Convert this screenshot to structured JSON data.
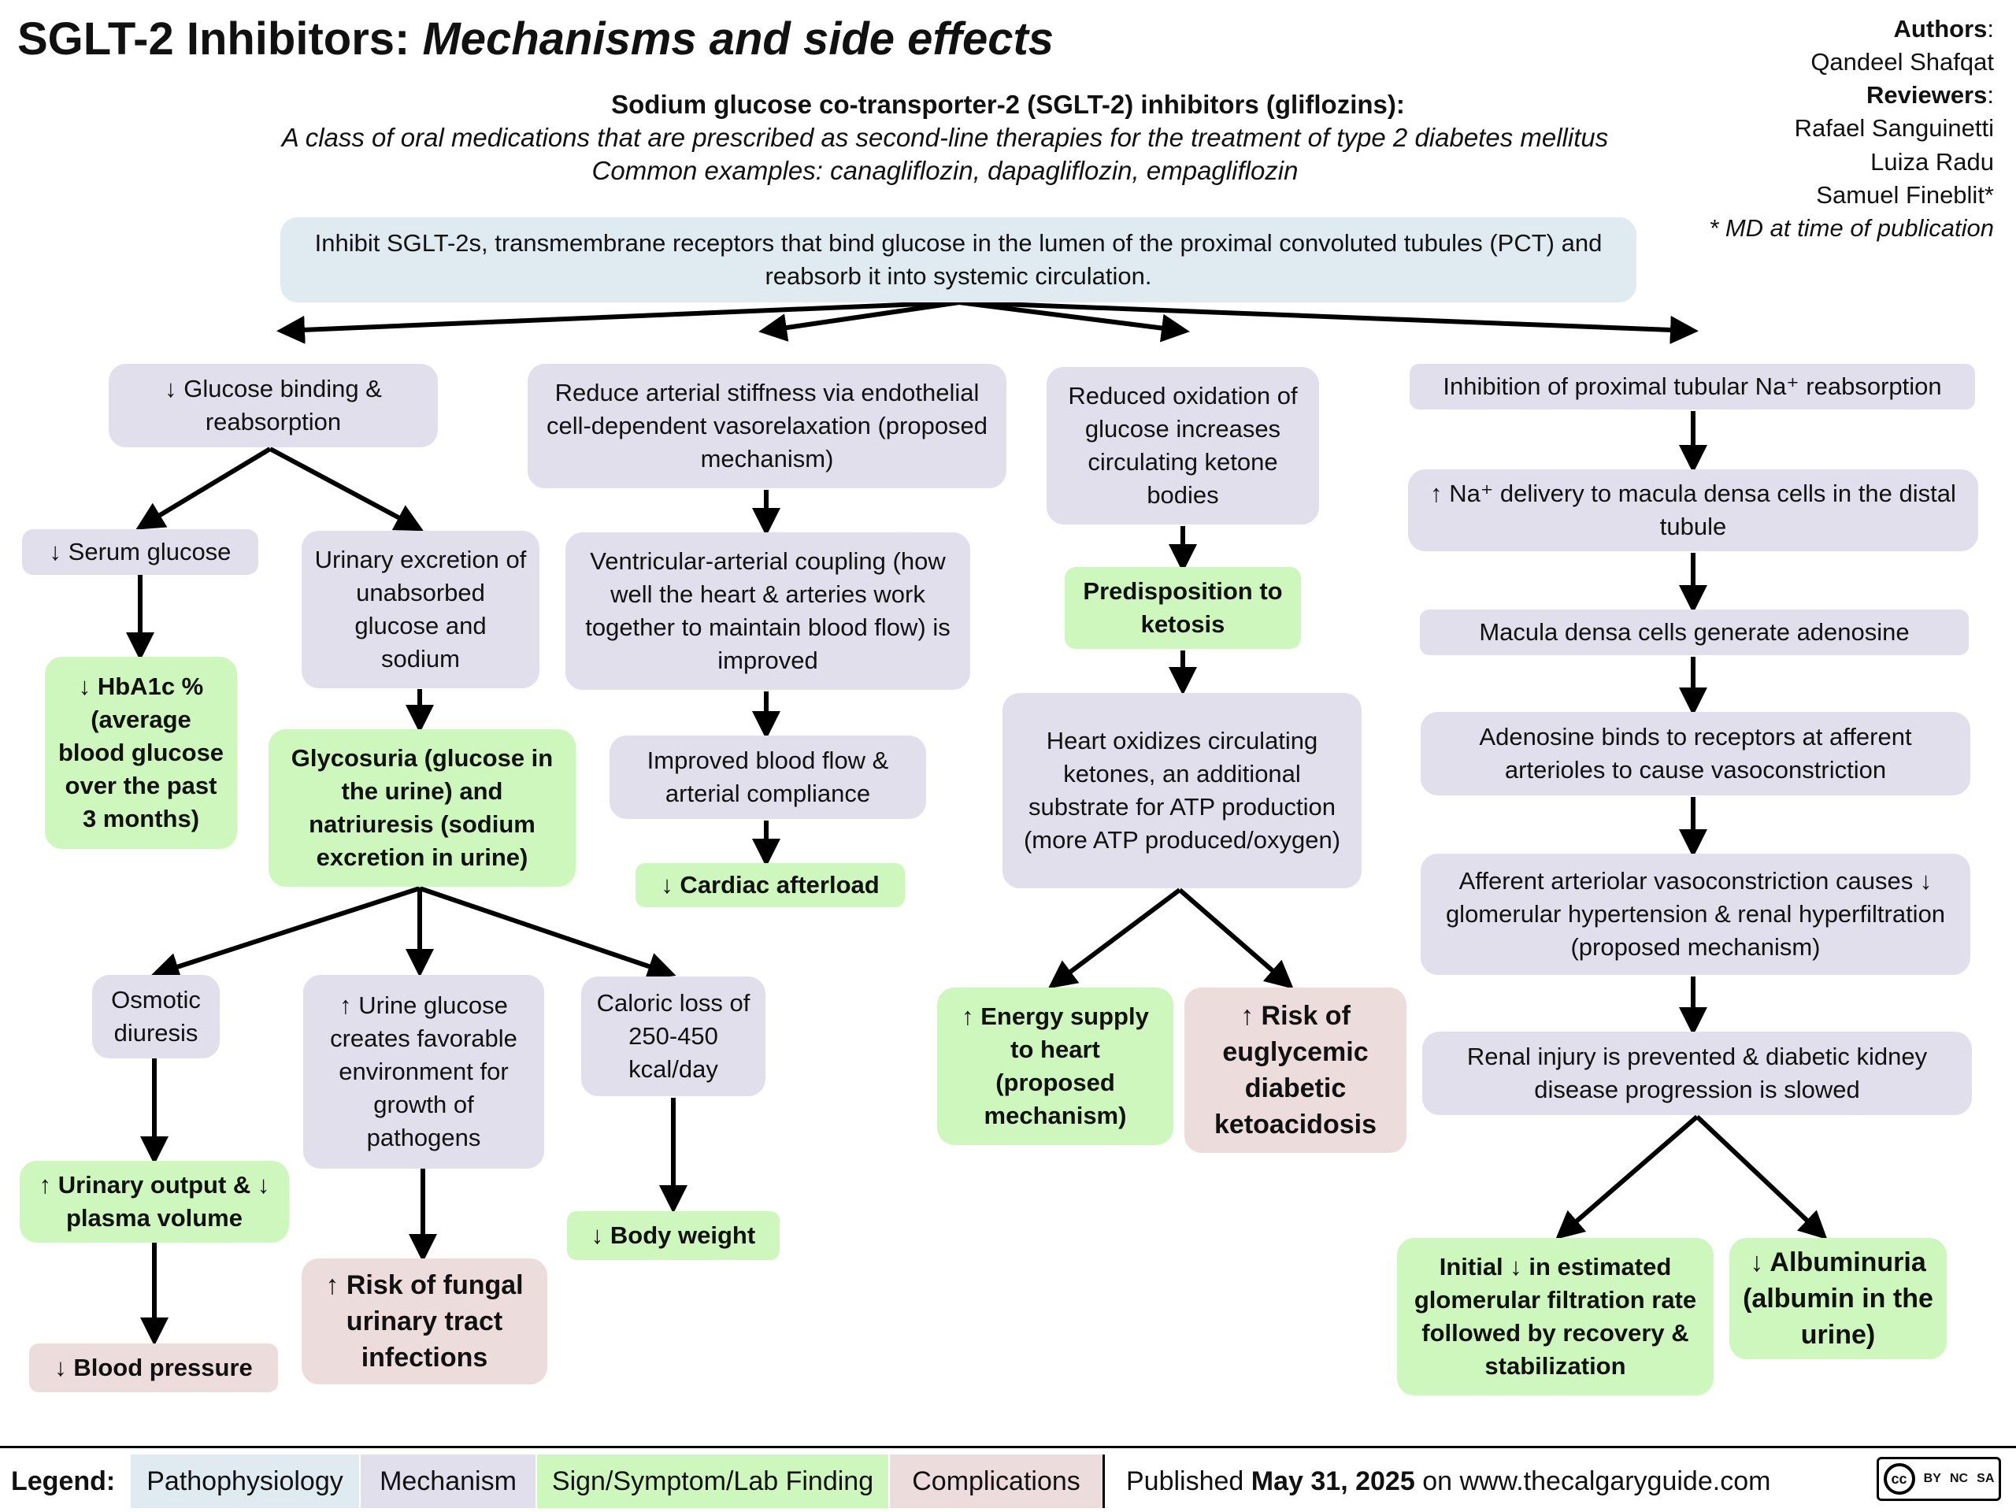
{
  "title": {
    "main": "SGLT-2 Inhibitors:",
    "italic": "Mechanisms and side effects"
  },
  "subtitle": "Sodium glucose co-transporter-2 (SGLT-2) inhibitors (gliflozins):",
  "description_line1": "A class of oral medications that are prescribed as second-line therapies for the treatment of type 2 diabetes mellitus",
  "description_line2": "Common examples: canagliflozin, dapagliflozin, empagliflozin",
  "authors": {
    "authors_label": "Authors",
    "author1": "Qandeel Shafqat",
    "reviewers_label": "Reviewers",
    "reviewer1": "Rafael Sanguinetti",
    "reviewer2": "Luiza Radu",
    "reviewer3": "Samuel Fineblit*",
    "note": "* MD at time of publication"
  },
  "nodes": {
    "top": "Inhibit SGLT-2s, transmembrane receptors that bind glucose in the lumen of the proximal convoluted tubules (PCT) and reabsorb it into systemic circulation.",
    "glucose_binding": "↓ Glucose binding & reabsorption",
    "serum_glucose": "↓ Serum glucose",
    "hba1c": "↓ HbA1c % (average blood glucose over the past 3 months)",
    "urinary_excretion": "Urinary excretion of unabsorbed glucose and sodium",
    "glycosuria": "Glycosuria (glucose in the urine) and natriuresis (sodium excretion in urine)",
    "osmotic": "Osmotic diuresis",
    "urinary_output": "↑ Urinary output & ↓ plasma volume",
    "blood_pressure": "↓ Blood pressure",
    "urine_glucose": "↑ Urine glucose creates favorable environment for growth of pathogens",
    "fungal": "↑ Risk of fungal urinary tract infections",
    "caloric": "Caloric loss of 250-450 kcal/day",
    "body_weight": "↓ Body weight",
    "arterial": "Reduce arterial stiffness via endothelial cell-dependent vasorelaxation (proposed mechanism)",
    "ventricular": "Ventricular-arterial coupling (how well the heart & arteries work together to maintain blood flow) is improved",
    "blood_flow": "Improved blood flow & arterial compliance",
    "afterload": "↓ Cardiac afterload",
    "oxidation": "Reduced oxidation of glucose increases circulating ketone bodies",
    "ketosis": "Predisposition to ketosis",
    "heart_oxidizes": "Heart oxidizes circulating ketones, an additional substrate for ATP production (more ATP produced/oxygen)",
    "energy_supply": "↑ Energy supply to heart (proposed mechanism)",
    "dka": "↑ Risk of euglycemic diabetic ketoacidosis",
    "na_inhibition": "Inhibition of proximal tubular Na⁺ reabsorption",
    "na_delivery": "↑ Na⁺ delivery to macula densa cells in the distal tubule",
    "adenosine_gen": "Macula densa cells generate adenosine",
    "adenosine_binds": "Adenosine binds to receptors at afferent arterioles to cause vasoconstriction",
    "afferent": "Afferent arteriolar vasoconstriction causes ↓ glomerular hypertension & renal hyperfiltration (proposed mechanism)",
    "renal_injury": "Renal injury is prevented & diabetic kidney disease progression is slowed",
    "egfr": "Initial ↓ in estimated glomerular filtration rate followed by recovery & stabilization",
    "albuminuria": "↓ Albuminuria (albumin in the urine)"
  },
  "legend": {
    "label": "Legend:",
    "pathophysiology": "Pathophysiology",
    "mechanism": "Mechanism",
    "sign": "Sign/Symptom/Lab Finding",
    "complications": "Complications"
  },
  "published": {
    "prefix": "Published",
    "date": "May 31, 2025",
    "suffix": "on www.thecalgaryguide.com"
  },
  "license": {
    "cc": "cc",
    "by": "BY",
    "nc": "NC",
    "sa": "SA"
  },
  "colors": {
    "pathophysiology": "#dfeaf1",
    "mechanism": "#e1dfec",
    "sign": "#cdf7bd",
    "complications": "#ecdcdc"
  }
}
